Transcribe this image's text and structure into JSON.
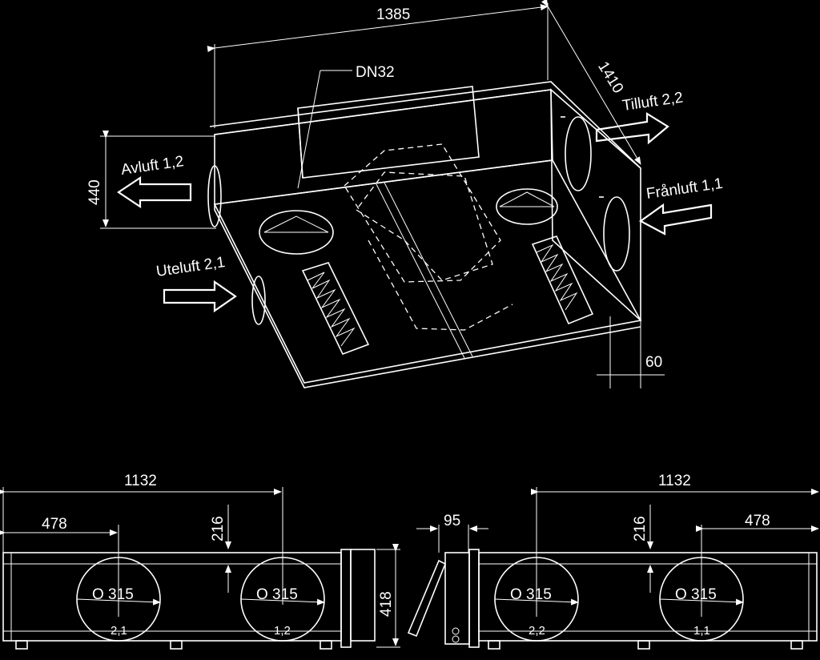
{
  "iso": {
    "dim_width": "1385",
    "dim_depth": "1410",
    "dim_height": "440",
    "dim_offset": "60",
    "dn_label": "DN32",
    "avluft": "Avluft 1,2",
    "uteluft": "Uteluft 2,1",
    "tilluft": "Tilluft 2,2",
    "franluft": "Frånluft 1,1"
  },
  "left_view": {
    "dim_total": "1132",
    "dim_first": "478",
    "dim_height": "216",
    "dim_side": "418",
    "diam1": "O 315",
    "diam2": "O 315",
    "port1": "2,1",
    "port2": "1,2"
  },
  "right_view": {
    "dim_total": "1132",
    "dim_first": "478",
    "dim_height": "216",
    "dim_side": "95",
    "diam1": "O 315",
    "diam2": "O 315",
    "port1": "2,2",
    "port2": "1,1"
  }
}
